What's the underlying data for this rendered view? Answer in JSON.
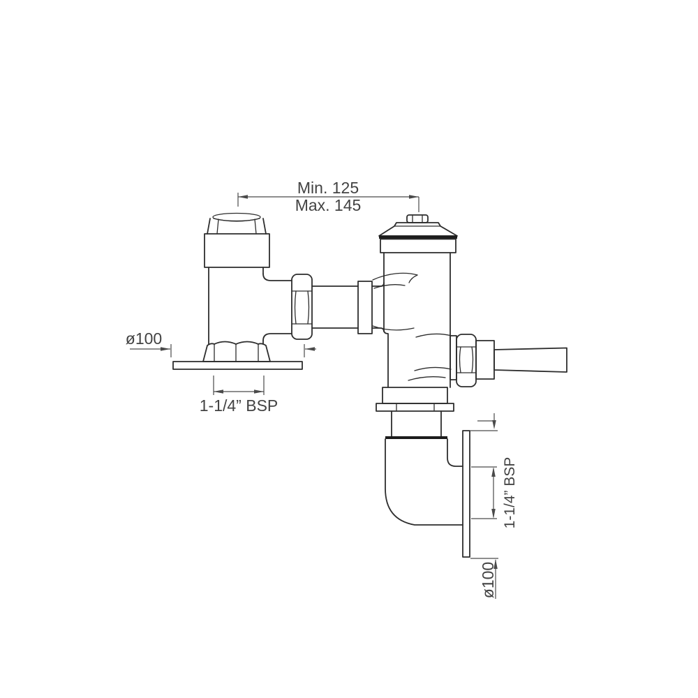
{
  "background": "#ffffff",
  "colors": {
    "outline": "#2d2d2d",
    "dimension": "#4a4a4a",
    "text": "#434343"
  },
  "labels": {
    "dim_top_line1": "Min. 125",
    "dim_top_line2": "Max. 145",
    "left_plate_diameter": "ø100",
    "left_inlet_thread": "1-1/4” BSP",
    "right_outlet_thread": "1-1/4” BSP",
    "right_plate_diameter": "ø100"
  }
}
